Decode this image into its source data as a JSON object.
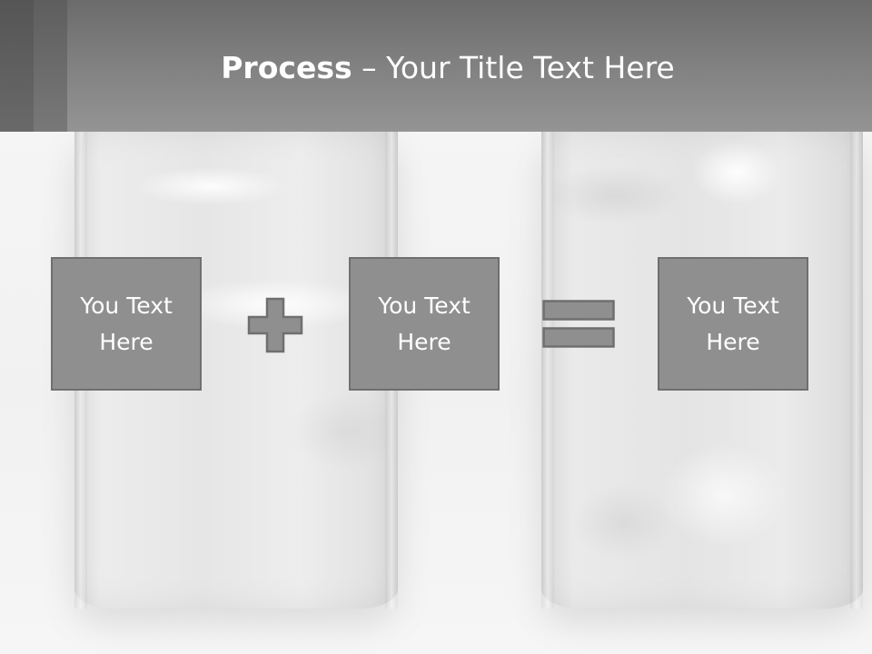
{
  "title": {
    "bold": "Process",
    "rest": " – Your Title Text Here"
  },
  "boxes": [
    {
      "text": "You Text Here"
    },
    {
      "text": "You Text Here"
    },
    {
      "text": "You Text Here"
    }
  ],
  "operators": [
    "plus-icon",
    "equals-icon"
  ],
  "colors": {
    "header": "#7f7f7f",
    "box_fill": "#8f8f8f",
    "box_border": "#6f6f6f",
    "text": "#ffffff"
  }
}
